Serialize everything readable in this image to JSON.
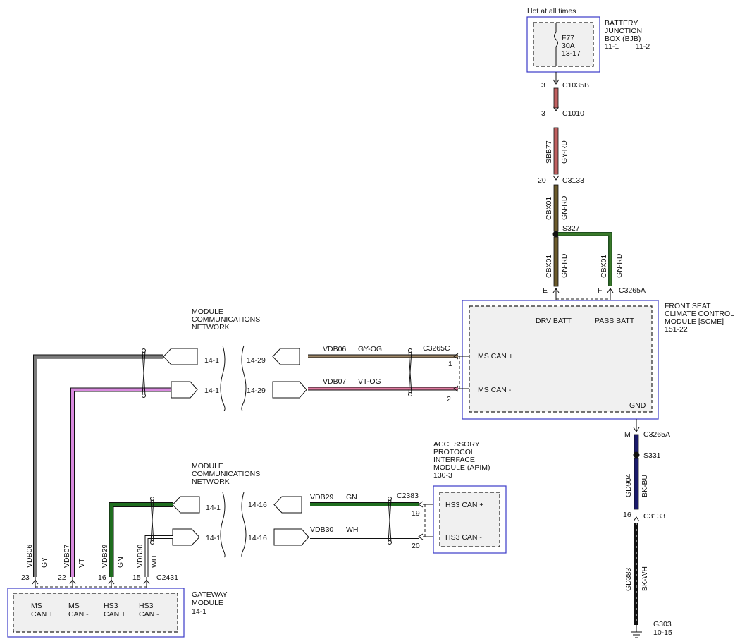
{
  "colors": {
    "gy": "#7a7a7a",
    "vt": "#d98adf",
    "gn": "#1f6e1f",
    "wh": "#ffffff",
    "gy_rd": "#c06060",
    "gn_rd": "#6b5a2a",
    "gy_og": "#a08868",
    "vt_og": "#e07aa0",
    "bk_bu": "#1a1a6a",
    "bk_wh": "#2a2a2a",
    "box_border": "#3b3bc8"
  },
  "bjb": {
    "hot": "Hot at all times",
    "title1": "BATTERY",
    "title2": "JUNCTION",
    "title3": "BOX (BJB)",
    "ref1": "11-1",
    "ref2": "11-2",
    "fuse": "F77",
    "amps": "30A",
    "fuse_ref": "13-17"
  },
  "connectors": {
    "c1035b": "C1035B",
    "c1035b_pin": "3",
    "c1010": "C1010",
    "c1010_pin": "3",
    "c3133a": "C3133",
    "c3133a_pin": "20",
    "s327": "S327",
    "c3265a_top": "C3265A",
    "pin_e": "E",
    "pin_f": "F",
    "c3265c": "C3265C",
    "pin1": "1",
    "pin2": "2",
    "c3265a_bot": "C3265A",
    "pin_m": "M",
    "s331": "S331",
    "c3133b": "C3133",
    "c3133b_pin": "16",
    "g303": "G303",
    "g303_ref": "10-15",
    "c2383": "C2383",
    "pin19": "19",
    "pin20": "20",
    "c2431": "C2431"
  },
  "wires": {
    "sbb77": "SBB77",
    "sbb77_color": "GY-RD",
    "cbx01_a": "CBX01",
    "cbx01_a_color": "GN-RD",
    "cbx01_b": "CBX01",
    "cbx01_b_color": "GN-RD",
    "cbx01_c": "CBX01",
    "cbx01_c_color": "GN-RD",
    "vdb06": "VDB06",
    "vdb06_color": "GY-OG",
    "vdb07": "VDB07",
    "vdb07_color": "VT-OG",
    "vdb29": "VDB29",
    "vdb29_color": "GN",
    "vdb30": "VDB30",
    "vdb30_color": "WH",
    "gd904": "GD904",
    "gd904_color": "BK-BU",
    "gd383": "GD383",
    "gd383_color": "BK-WH",
    "v_vdb06": "VDB06",
    "v_vdb06_color": "GY",
    "v_vdb07": "VDB07",
    "v_vdb07_color": "VT",
    "v_vdb29": "VDB29",
    "v_vdb29_color": "GN",
    "v_vdb30": "VDB30",
    "v_vdb30_color": "WH"
  },
  "scme": {
    "title1": "FRONT SEAT",
    "title2": "CLIMATE CONTROL",
    "title3": "MODULE [SCME]",
    "ref": "151-22",
    "drv": "DRV BATT",
    "pass": "PASS BATT",
    "ms_plus": "MS CAN +",
    "ms_minus": "MS CAN -",
    "gnd": "GND"
  },
  "mcn1": {
    "l1": "MODULE",
    "l2": "COMMUNICATIONS",
    "l3": "NETWORK",
    "ref_a": "14-1",
    "ref_b": "14-1",
    "ref_c": "14-29",
    "ref_d": "14-29"
  },
  "mcn2": {
    "l1": "MODULE",
    "l2": "COMMUNICATIONS",
    "l3": "NETWORK",
    "ref_a": "14-1",
    "ref_b": "14-1",
    "ref_c": "14-16",
    "ref_d": "14-16"
  },
  "apim": {
    "l1": "ACCESSORY",
    "l2": "PROTOCOL",
    "l3": "INTERFACE",
    "l4": "MODULE (APIM)",
    "ref": "130-3",
    "hs3_plus": "HS3 CAN +",
    "hs3_minus": "HS3 CAN -"
  },
  "gateway": {
    "l1": "GATEWAY",
    "l2": "MODULE",
    "ref": "14-1",
    "pins": [
      "23",
      "22",
      "16",
      "15"
    ],
    "ms_plus_1": "MS",
    "ms_plus_2": "CAN +",
    "ms_minus_1": "MS",
    "ms_minus_2": "CAN -",
    "hs3_plus_1": "HS3",
    "hs3_plus_2": "CAN +",
    "hs3_minus_1": "HS3",
    "hs3_minus_2": "CAN -"
  }
}
